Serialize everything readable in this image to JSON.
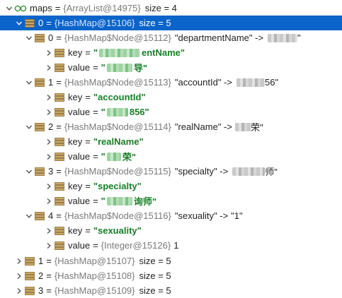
{
  "tree": {
    "root": {
      "name": "maps",
      "type": "{ArrayList@14975}",
      "size": "size = 4"
    },
    "item0": {
      "index": "0",
      "type": "{HashMap@15106}",
      "size": "size = 5",
      "nodes": [
        {
          "index": "0",
          "type": "{HashMap$Node@15112}",
          "summary_key": "\"departmentName\" ->",
          "summary_tail": "\"",
          "key_label": "key",
          "key_head": "\"",
          "key_tail": "entName\"",
          "value_label": "value",
          "value_head": "\"",
          "value_tail": "导\""
        },
        {
          "index": "1",
          "type": "{HashMap$Node@15113}",
          "summary_key": "\"accountId\" ->",
          "summary_tail": "56\"",
          "key_label": "key",
          "key_value": "\"accountId\"",
          "value_label": "value",
          "value_head": "\"",
          "value_tail": "856\""
        },
        {
          "index": "2",
          "type": "{HashMap$Node@15114}",
          "summary_key": "\"realName\" ->",
          "summary_tail": "荣\"",
          "key_label": "key",
          "key_value": "\"realName\"",
          "value_label": "value",
          "value_head": "\"",
          "value_tail": "荣\""
        },
        {
          "index": "3",
          "type": "{HashMap$Node@15115}",
          "summary_key": "\"specialty\" ->",
          "summary_tail": "师\"",
          "key_label": "key",
          "key_value": "\"specialty\"",
          "value_label": "value",
          "value_head": "\"",
          "value_tail": "询师\""
        },
        {
          "index": "4",
          "type": "{HashMap$Node@15116}",
          "summary_key": "\"sexuality\" ->",
          "summary_tail": "\"1\"",
          "key_label": "key",
          "key_value": "\"sexuality\"",
          "value_label": "value",
          "value_type": "{Integer@15126}",
          "value_num": "1"
        }
      ]
    },
    "collapsed": [
      {
        "index": "1",
        "type": "{HashMap@15107}",
        "size": "size = 5"
      },
      {
        "index": "2",
        "type": "{HashMap@15108}",
        "size": "size = 5"
      },
      {
        "index": "3",
        "type": "{HashMap@15109}",
        "size": "size = 5"
      }
    ]
  },
  "colors": {
    "selection": "#0b64c9",
    "string_value": "#177e27",
    "type_gray": "#7a7a7a"
  },
  "icons": {
    "expanded": "chevron-down-icon",
    "collapsed": "chevron-right-icon",
    "object": "object-fields-icon",
    "root": "watch-glasses-icon"
  }
}
